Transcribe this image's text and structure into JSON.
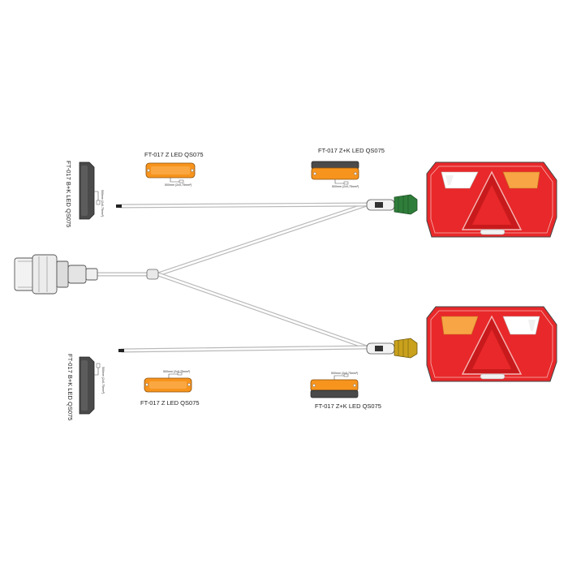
{
  "labels": {
    "marker_z_top": "FT-017 Z LED  QS075",
    "marker_zk_top": "FT-017 Z+K LED  QS075",
    "marker_bk_left_top": "FT-017 B+K LED QS075",
    "marker_z_bottom": "FT-017 Z LED  QS075",
    "marker_zk_bottom": "FT-017 Z+K LED  QS075",
    "marker_bk_left_bottom": "FT-017 B+K LED QS075"
  },
  "cable_notes": {
    "z_top": "500mm (2x0,75mm²)",
    "zk_top": "500mm (2x0,75mm²)",
    "bk_left_top": "500mm (2x0,75mm²)",
    "z_bottom": "500mm (2x0,75mm²)",
    "zk_bottom": "500mm (2x0,75mm²)",
    "bk_left_bottom": "500mm (2x0,75mm²)"
  },
  "colors": {
    "lamp_red": "#e8282a",
    "lamp_red_dark": "#c81a1c",
    "amber": "#f7a545",
    "marker_orange": "#f7941d",
    "connector_green": "#2f7d3a",
    "connector_yellow": "#c9a11c",
    "cable": "#b9b9b9"
  }
}
